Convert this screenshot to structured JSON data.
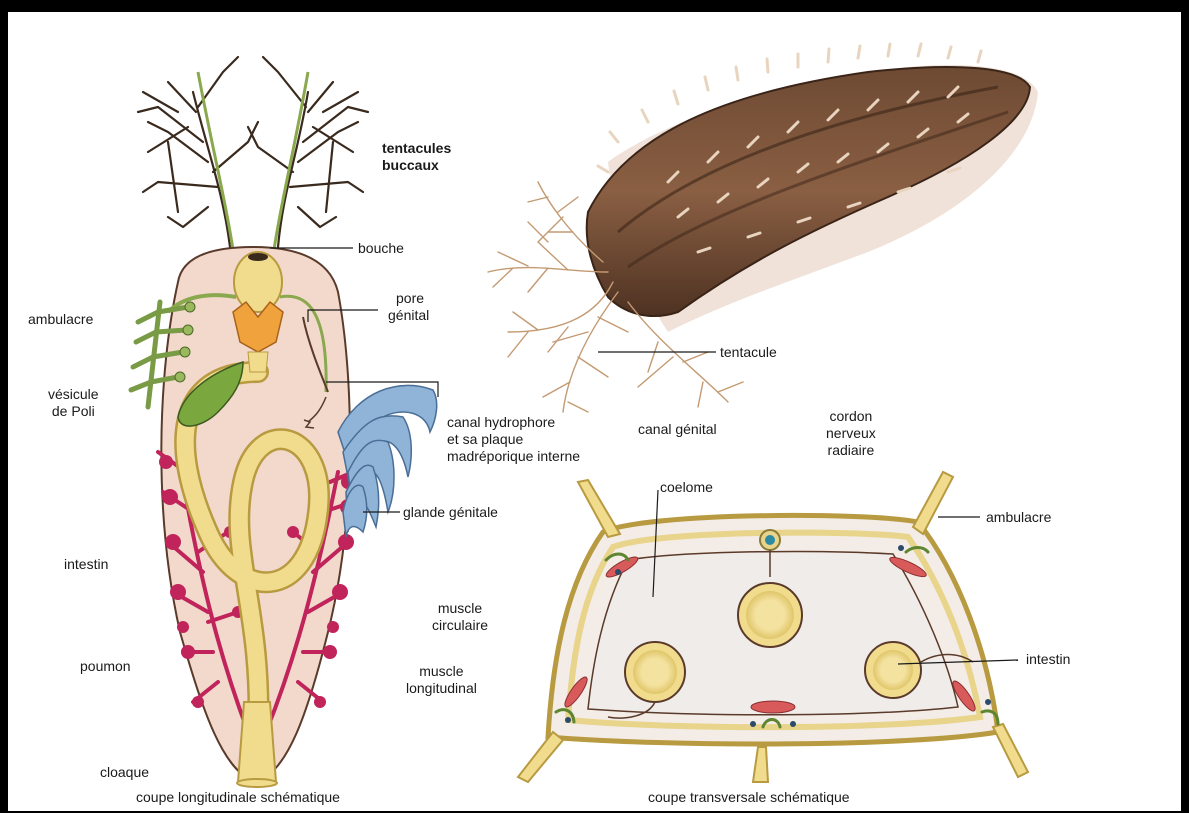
{
  "labels": {
    "tentacules_buccaux": [
      "tentacules",
      "buccaux"
    ],
    "bouche": "bouche",
    "pore_genital": [
      "pore",
      "génital"
    ],
    "ambulacre_left": "ambulacre",
    "vesicule_de_poli": [
      "vésicule",
      "de Poli"
    ],
    "canal_hydrophore": [
      "canal hydrophore",
      "et sa plaque",
      "madréporique interne"
    ],
    "glande_genitale": "glande génitale",
    "intestin_left": "intestin",
    "poumon": "poumon",
    "cloaque": "cloaque",
    "caption_longitudinal": "coupe longitudinale schématique",
    "tentacule": "tentacule",
    "canal_genital": "canal génital",
    "cordon_nerveux": [
      "cordon",
      "nerveux",
      "radiaire"
    ],
    "coelome": "coelome",
    "ambulacre_right": "ambulacre",
    "muscle_circulaire": [
      "muscle",
      "circulaire"
    ],
    "muscle_longitudinal": [
      "muscle",
      "longitudinal"
    ],
    "intestin_right": "intestin",
    "caption_transversal": "coupe transversale schématique"
  },
  "colors": {
    "body_fill": "#f2d9cc",
    "intestine": "#f1dc8e",
    "lung": "#c0245a",
    "tube_foot": "#7a9b45",
    "gonad": "#8fb4d8",
    "muscle": "#d85a5a",
    "ink": "#1a1a1a"
  }
}
